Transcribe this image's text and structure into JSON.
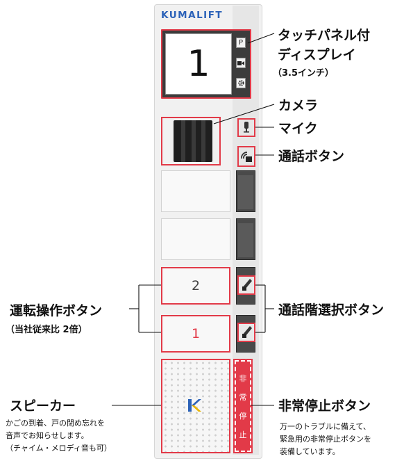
{
  "panel": {
    "brand": "KUMALIFT",
    "display_number": "1",
    "side_buttons": [
      {
        "label": "P",
        "icon": "parking-icon"
      },
      {
        "label": "",
        "icon": "video-camera-icon"
      },
      {
        "label": "",
        "icon": "settings-icon"
      }
    ],
    "floor_buttons": [
      {
        "label": "2",
        "color": "#444444"
      },
      {
        "label": "1",
        "color": "#e23a48"
      }
    ],
    "emergency_chars": [
      "非",
      "常",
      "停",
      "止"
    ]
  },
  "labels": {
    "touch_panel": {
      "line1": "タッチパネル付",
      "line2": "ディスプレイ",
      "line3": "（3.5インチ）"
    },
    "camera": "カメラ",
    "mic": "マイク",
    "call_button": "通話ボタン",
    "operation_buttons": {
      "line1": "運転操作ボタン",
      "line2": "（当社従来比  2倍）"
    },
    "floor_call_select": "通話階選択ボタン",
    "speaker": {
      "title": "スピーカー",
      "desc": [
        "かごの到着、戸の閉め忘れを",
        "音声でお知らせします。",
        "（チャイム・メロディ音も可）"
      ]
    },
    "emergency_stop": {
      "title": "非常停止ボタン",
      "desc": [
        "万一のトラブルに備えて、",
        "緊急用の非常停止ボタンを",
        "装備しています。"
      ]
    }
  },
  "colors": {
    "accent_red": "#e23a48",
    "brand_blue": "#2c62b8"
  }
}
